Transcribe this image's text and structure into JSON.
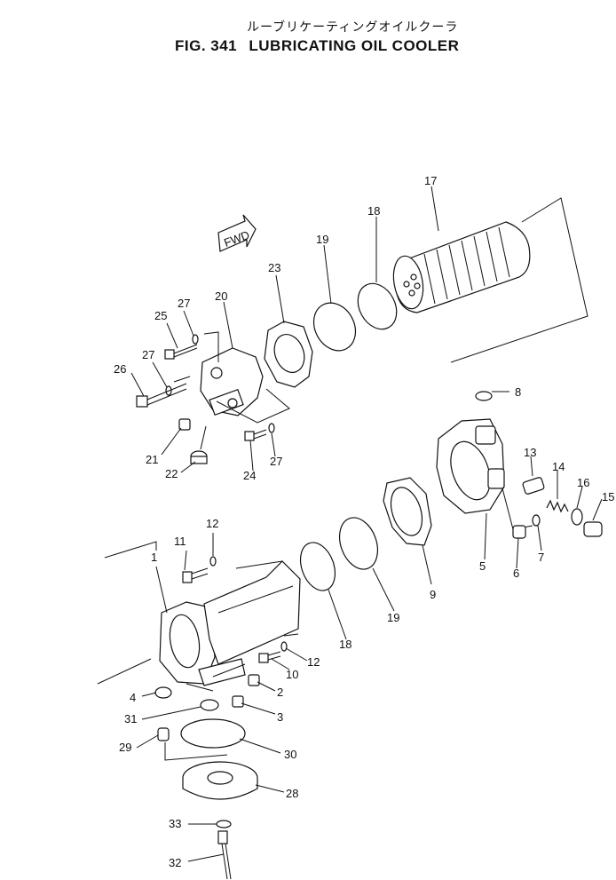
{
  "header": {
    "subtitle_jp": "ルーブリケーティングオイルクーラ",
    "fig_number": "FIG. 341",
    "title": "LUBRICATING OIL COOLER"
  },
  "direction_marker": "FWD",
  "part_labels": {
    "p1": "1",
    "p2": "2",
    "p3": "3",
    "p4": "4",
    "p5": "5",
    "p6": "6",
    "p7": "7",
    "p8": "8",
    "p9": "9",
    "p10": "10",
    "p11": "11",
    "p12a": "12",
    "p12b": "12",
    "p13": "13",
    "p14": "14",
    "p15": "15",
    "p16": "16",
    "p17": "17",
    "p18a": "18",
    "p18b": "18",
    "p19a": "19",
    "p19b": "19",
    "p20": "20",
    "p21": "21",
    "p22": "22",
    "p23": "23",
    "p24": "24",
    "p25": "25",
    "p26": "26",
    "p27a": "27",
    "p27b": "27",
    "p27c": "27",
    "p28": "28",
    "p29": "29",
    "p30": "30",
    "p31": "31",
    "p32": "32",
    "p33": "33"
  }
}
